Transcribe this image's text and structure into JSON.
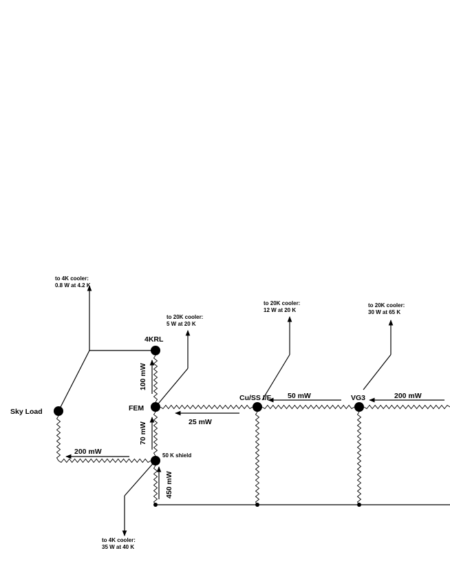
{
  "nodes": {
    "sky_load": "Sky Load",
    "fourkrl": "4KRL",
    "fem": "FEM",
    "shield": "50 K shield",
    "cuss": "Cu/SS I/F",
    "vg3": "VG3"
  },
  "coolers": {
    "c4k_top": {
      "line1": "to 4K cooler:",
      "line2": "0.8 W at 4.2 K"
    },
    "c20k_fem": {
      "line1": "to 20K cooler:",
      "line2": "5 W at 20 K"
    },
    "c20k_cuss": {
      "line1": "to 20K cooler:",
      "line2": "12 W at 20 K"
    },
    "c20k_vg3": {
      "line1": "to 20K cooler:",
      "line2": "30 W at 65 K"
    },
    "c4k_bottom": {
      "line1": "to 4K cooler:",
      "line2": "35 W at 40 K"
    }
  },
  "flows": {
    "f100": "100 mW",
    "f70": "70 mW",
    "f450": "450 mW",
    "f25": "25 mW",
    "f50": "50 mW",
    "f200_right": "200 mW",
    "f200_left": "200 mW"
  }
}
